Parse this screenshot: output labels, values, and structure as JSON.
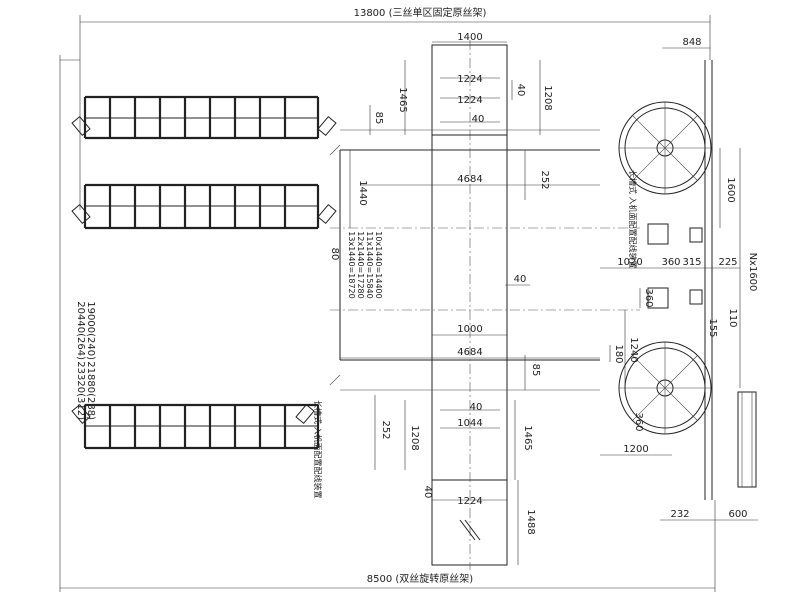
{
  "dimensions": {
    "top_overall": "13800 (三丝单区固定原丝架)",
    "bottom_overall": "8500 (双丝旋转原丝架)",
    "d1400": "1400",
    "d1224a": "1224",
    "d1224b": "1224",
    "d1224c": "1224",
    "d1465a": "1465",
    "d1465b": "1465",
    "d1208a": "1208",
    "d1208b": "1208",
    "d40a": "40",
    "d40b": "40",
    "d40c": "40",
    "d40d": "40",
    "d40e": "40",
    "d85a": "85",
    "d85b": "85",
    "d252a": "252",
    "d252b": "252",
    "d4684a": "4684",
    "d4684b": "4684",
    "d1440": "1440",
    "d80": "80",
    "d1000": "1000",
    "d1044": "1044",
    "d1488": "1488",
    "d848": "848",
    "d1600": "1600",
    "dNx1600": "Nx1600",
    "d1020": "1020",
    "d360a": "360",
    "d315": "315",
    "d225": "225",
    "d360b": "360",
    "d155": "155",
    "d110": "110",
    "d1240": "1240",
    "d180": "180",
    "d360c": "360",
    "d1200": "1200",
    "d232": "232",
    "d600": "600"
  },
  "formulas": [
    "10x1440=14400",
    "11x1440=15840",
    "12x1440=17280",
    "13x1440=18720"
  ],
  "left_totals": [
    "19000(240)",
    "20440(264)",
    "21880(288)",
    "23320(312)"
  ],
  "labels": {
    "device_right": "长槽式\n入机面配置配线装置",
    "device_left": "长槽式\n入机面配置配线装置"
  }
}
